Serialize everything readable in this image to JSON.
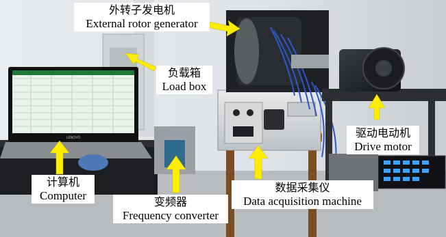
{
  "labels": {
    "generator": {
      "zh": "外转子发电机",
      "en": "External rotor generator"
    },
    "load_box": {
      "zh": "负载箱",
      "en": "Load box"
    },
    "drive_motor": {
      "zh": "驱动电动机",
      "en": "Drive motor"
    },
    "computer": {
      "zh": "计算机",
      "en": "Computer"
    },
    "frequency_converter": {
      "zh": "变频器",
      "en": "Frequency converter"
    },
    "daq": {
      "zh": "数据采集仪",
      "en": "Data acquisition machine"
    }
  },
  "device_text": {
    "laptop_brand": "LENOVO"
  },
  "colors": {
    "arrow": "#ffee00",
    "label_bg": "#ffffff"
  }
}
